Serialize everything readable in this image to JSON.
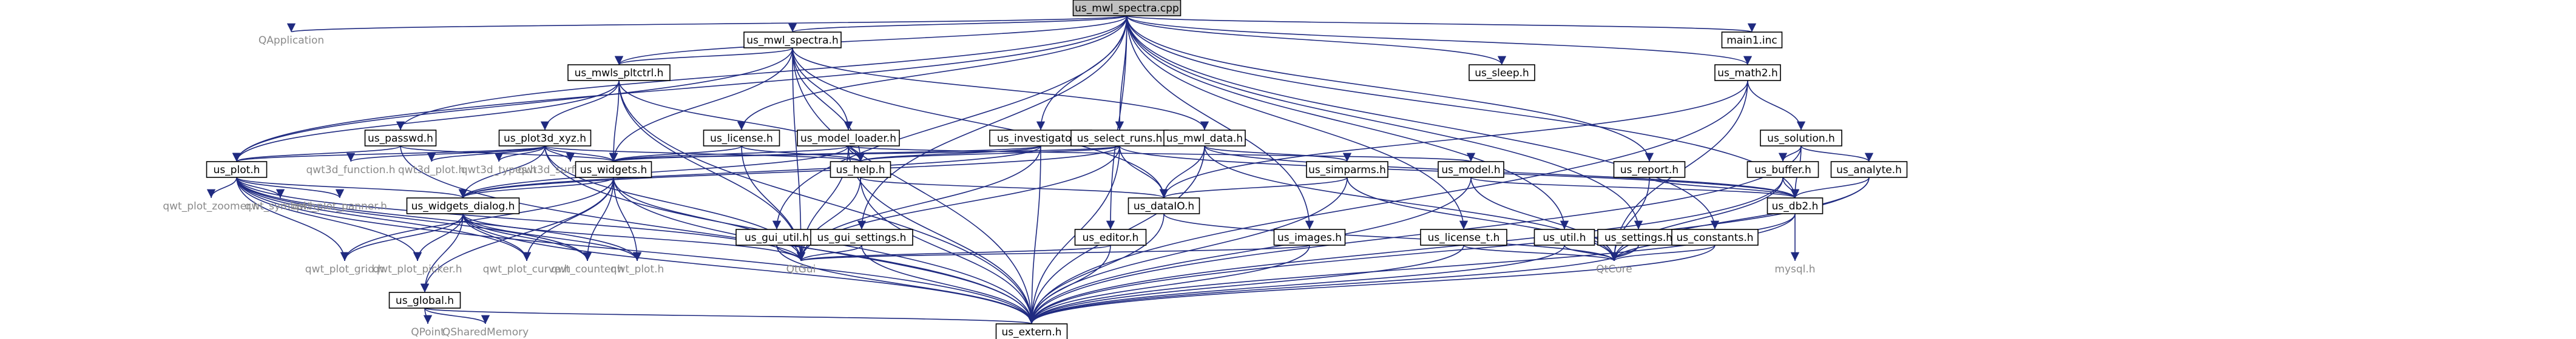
{
  "colors": {
    "edge": "#1f2a80",
    "root_fill": "#bfbfbf",
    "node_fill": "#ffffff",
    "node_border": "#000000",
    "external_text": "#8a8a8a"
  },
  "nodes": [
    {
      "id": "us_mwl_spectra_cpp",
      "label": "us_mwl_spectra.cpp",
      "kind": "root"
    },
    {
      "id": "QApplication",
      "label": "QApplication",
      "kind": "external"
    },
    {
      "id": "us_mwl_spectra_h",
      "label": "us_mwl_spectra.h",
      "kind": "file"
    },
    {
      "id": "main1_inc",
      "label": "main1.inc",
      "kind": "file"
    },
    {
      "id": "us_mwls_pltctrl_h",
      "label": "us_mwls_pltctrl.h",
      "kind": "file"
    },
    {
      "id": "us_sleep_h",
      "label": "us_sleep.h",
      "kind": "file"
    },
    {
      "id": "us_math2_h",
      "label": "us_math2.h",
      "kind": "file"
    },
    {
      "id": "us_passwd_h",
      "label": "us_passwd.h",
      "kind": "file"
    },
    {
      "id": "us_plot3d_xyz_h",
      "label": "us_plot3d_xyz.h",
      "kind": "file"
    },
    {
      "id": "us_license_h",
      "label": "us_license.h",
      "kind": "file"
    },
    {
      "id": "us_model_loader_h",
      "label": "us_model_loader.h",
      "kind": "file"
    },
    {
      "id": "us_investigator_h",
      "label": "us_investigator.h",
      "kind": "file"
    },
    {
      "id": "us_select_runs_h",
      "label": "us_select_runs.h",
      "kind": "file"
    },
    {
      "id": "us_mwl_data_h",
      "label": "us_mwl_data.h",
      "kind": "file"
    },
    {
      "id": "us_solution_h",
      "label": "us_solution.h",
      "kind": "file"
    },
    {
      "id": "us_plot_h",
      "label": "us_plot.h",
      "kind": "file"
    },
    {
      "id": "qwt3d_function_h",
      "label": "qwt3d_function.h",
      "kind": "external"
    },
    {
      "id": "qwt3d_plot_h",
      "label": "qwt3d_plot.h",
      "kind": "external"
    },
    {
      "id": "qwt3d_types_h",
      "label": "qwt3d_types.h",
      "kind": "external"
    },
    {
      "id": "qwt3d_surfaceplot_h",
      "label": "qwt3d_surfaceplot.h",
      "kind": "external"
    },
    {
      "id": "us_widgets_h",
      "label": "us_widgets.h",
      "kind": "file"
    },
    {
      "id": "us_help_h",
      "label": "us_help.h",
      "kind": "file"
    },
    {
      "id": "us_simparms_h",
      "label": "us_simparms.h",
      "kind": "file"
    },
    {
      "id": "us_model_h",
      "label": "us_model.h",
      "kind": "file"
    },
    {
      "id": "us_report_h",
      "label": "us_report.h",
      "kind": "file"
    },
    {
      "id": "us_buffer_h",
      "label": "us_buffer.h",
      "kind": "file"
    },
    {
      "id": "us_analyte_h",
      "label": "us_analyte.h",
      "kind": "file"
    },
    {
      "id": "qwt_plot_zoomer_h",
      "label": "qwt_plot_zoomer.h",
      "kind": "external"
    },
    {
      "id": "qwt_symbol_h",
      "label": "qwt_symbol.h",
      "kind": "external"
    },
    {
      "id": "qwt_plot_panner_h",
      "label": "qwt_plot_panner.h",
      "kind": "external"
    },
    {
      "id": "us_widgets_dialog_h",
      "label": "us_widgets_dialog.h",
      "kind": "file"
    },
    {
      "id": "us_dataIO_h",
      "label": "us_dataIO.h",
      "kind": "file"
    },
    {
      "id": "us_db2_h",
      "label": "us_db2.h",
      "kind": "file"
    },
    {
      "id": "us_editor_h",
      "label": "us_editor.h",
      "kind": "file"
    },
    {
      "id": "us_images_h",
      "label": "us_images.h",
      "kind": "file"
    },
    {
      "id": "us_license_t_h",
      "label": "us_license_t.h",
      "kind": "file"
    },
    {
      "id": "us_util_h",
      "label": "us_util.h",
      "kind": "file"
    },
    {
      "id": "us_settings_h",
      "label": "us_settings.h",
      "kind": "file"
    },
    {
      "id": "us_constants_h",
      "label": "us_constants.h",
      "kind": "file"
    },
    {
      "id": "us_gui_util_h",
      "label": "us_gui_util.h",
      "kind": "file"
    },
    {
      "id": "us_gui_settings_h",
      "label": "us_gui_settings.h",
      "kind": "file"
    },
    {
      "id": "qwt_plot_grid_h",
      "label": "qwt_plot_grid.h",
      "kind": "external"
    },
    {
      "id": "qwt_plot_picker_h",
      "label": "qwt_plot_picker.h",
      "kind": "external"
    },
    {
      "id": "qwt_plot_curve_h",
      "label": "qwt_plot_curve.h",
      "kind": "external"
    },
    {
      "id": "qwt_counter_h",
      "label": "qwt_counter.h",
      "kind": "external"
    },
    {
      "id": "qwt_plot_h",
      "label": "qwt_plot.h",
      "kind": "external"
    },
    {
      "id": "QtGui",
      "label": "QtGui",
      "kind": "external"
    },
    {
      "id": "QtCore",
      "label": "QtCore",
      "kind": "external"
    },
    {
      "id": "mysql_h",
      "label": "mysql.h",
      "kind": "external"
    },
    {
      "id": "us_global_h",
      "label": "us_global.h",
      "kind": "file"
    },
    {
      "id": "QPoint",
      "label": "QPoint",
      "kind": "external"
    },
    {
      "id": "QSharedMemory",
      "label": "QSharedMemory",
      "kind": "external"
    },
    {
      "id": "us_extern_h",
      "label": "us_extern.h",
      "kind": "file"
    }
  ],
  "edges": [
    [
      "us_mwl_spectra_cpp",
      "QApplication"
    ],
    [
      "us_mwl_spectra_cpp",
      "us_mwl_spectra_h"
    ],
    [
      "us_mwl_spectra_cpp",
      "main1_inc"
    ],
    [
      "us_mwl_spectra_cpp",
      "us_mwls_pltctrl_h"
    ],
    [
      "us_mwl_spectra_cpp",
      "us_sleep_h"
    ],
    [
      "us_mwl_spectra_cpp",
      "us_math2_h"
    ],
    [
      "us_mwl_spectra_cpp",
      "us_passwd_h"
    ],
    [
      "us_mwl_spectra_cpp",
      "us_license_h"
    ],
    [
      "us_mwl_spectra_cpp",
      "us_investigator_h"
    ],
    [
      "us_mwl_spectra_cpp",
      "us_select_runs_h"
    ],
    [
      "us_mwl_spectra_cpp",
      "us_plot_h"
    ],
    [
      "us_mwl_spectra_cpp",
      "us_editor_h"
    ],
    [
      "us_mwl_spectra_cpp",
      "us_images_h"
    ],
    [
      "us_mwl_spectra_cpp",
      "us_license_t_h"
    ],
    [
      "us_mwl_spectra_cpp",
      "us_util_h"
    ],
    [
      "us_mwl_spectra_cpp",
      "us_settings_h"
    ],
    [
      "us_mwl_spectra_cpp",
      "us_constants_h"
    ],
    [
      "us_mwl_spectra_cpp",
      "us_report_h"
    ],
    [
      "us_mwl_spectra_cpp",
      "us_db2_h"
    ],
    [
      "us_mwl_spectra_cpp",
      "us_gui_util_h"
    ],
    [
      "us_mwl_spectra_cpp",
      "us_gui_settings_h"
    ],
    [
      "us_mwl_spectra_h",
      "us_mwls_pltctrl_h"
    ],
    [
      "us_mwl_spectra_h",
      "us_model_loader_h"
    ],
    [
      "us_mwl_spectra_h",
      "us_mwl_data_h"
    ],
    [
      "us_mwl_spectra_h",
      "us_plot_h"
    ],
    [
      "us_mwl_spectra_h",
      "us_widgets_h"
    ],
    [
      "us_mwl_spectra_h",
      "us_help_h"
    ],
    [
      "us_mwl_spectra_h",
      "us_dataIO_h"
    ],
    [
      "us_mwl_spectra_h",
      "QtGui"
    ],
    [
      "us_mwl_spectra_h",
      "us_extern_h"
    ],
    [
      "us_mwls_pltctrl_h",
      "us_plot3d_xyz_h"
    ],
    [
      "us_mwls_pltctrl_h",
      "us_plot_h"
    ],
    [
      "us_mwls_pltctrl_h",
      "us_widgets_h"
    ],
    [
      "us_mwls_pltctrl_h",
      "us_help_h"
    ],
    [
      "us_mwls_pltctrl_h",
      "QtGui"
    ],
    [
      "us_mwls_pltctrl_h",
      "us_extern_h"
    ],
    [
      "us_plot3d_xyz_h",
      "qwt3d_function_h"
    ],
    [
      "us_plot3d_xyz_h",
      "qwt3d_plot_h"
    ],
    [
      "us_plot3d_xyz_h",
      "qwt3d_types_h"
    ],
    [
      "us_plot3d_xyz_h",
      "qwt3d_surfaceplot_h"
    ],
    [
      "us_plot3d_xyz_h",
      "us_plot_h"
    ],
    [
      "us_plot3d_xyz_h",
      "us_widgets_h"
    ],
    [
      "us_plot3d_xyz_h",
      "us_widgets_dialog_h"
    ],
    [
      "us_plot3d_xyz_h",
      "us_help_h"
    ],
    [
      "us_plot3d_xyz_h",
      "QtGui"
    ],
    [
      "us_plot3d_xyz_h",
      "us_extern_h"
    ],
    [
      "us_passwd_h",
      "us_plot_h"
    ],
    [
      "us_passwd_h",
      "us_widgets_h"
    ],
    [
      "us_passwd_h",
      "us_extern_h"
    ],
    [
      "us_license_h",
      "us_widgets_h"
    ],
    [
      "us_license_h",
      "us_help_h"
    ],
    [
      "us_license_h",
      "QtGui"
    ],
    [
      "us_model_loader_h",
      "us_widgets_h"
    ],
    [
      "us_model_loader_h",
      "us_widgets_dialog_h"
    ],
    [
      "us_model_loader_h",
      "us_help_h"
    ],
    [
      "us_model_loader_h",
      "us_model_h"
    ],
    [
      "us_model_loader_h",
      "QtGui"
    ],
    [
      "us_model_loader_h",
      "us_extern_h"
    ],
    [
      "us_investigator_h",
      "us_widgets_h"
    ],
    [
      "us_investigator_h",
      "us_widgets_dialog_h"
    ],
    [
      "us_investigator_h",
      "us_help_h"
    ],
    [
      "us_investigator_h",
      "QtGui"
    ],
    [
      "us_investigator_h",
      "us_extern_h"
    ],
    [
      "us_select_runs_h",
      "us_widgets_h"
    ],
    [
      "us_select_runs_h",
      "us_widgets_dialog_h"
    ],
    [
      "us_select_runs_h",
      "us_help_h"
    ],
    [
      "us_select_runs_h",
      "us_dataIO_h"
    ],
    [
      "us_select_runs_h",
      "us_db2_h"
    ],
    [
      "us_select_runs_h",
      "QtGui"
    ],
    [
      "us_select_runs_h",
      "us_extern_h"
    ],
    [
      "us_mwl_data_h",
      "us_simparms_h"
    ],
    [
      "us_mwl_data_h",
      "us_dataIO_h"
    ],
    [
      "us_mwl_data_h",
      "us_db2_h"
    ],
    [
      "us_mwl_data_h",
      "QtCore"
    ],
    [
      "us_mwl_data_h",
      "us_extern_h"
    ],
    [
      "us_math2_h",
      "us_solution_h"
    ],
    [
      "us_math2_h",
      "us_dataIO_h"
    ],
    [
      "us_math2_h",
      "QtCore"
    ],
    [
      "us_math2_h",
      "us_extern_h"
    ],
    [
      "us_solution_h",
      "us_buffer_h"
    ],
    [
      "us_solution_h",
      "us_analyte_h"
    ],
    [
      "us_solution_h",
      "us_db2_h"
    ],
    [
      "us_solution_h",
      "us_extern_h"
    ],
    [
      "us_buffer_h",
      "us_db2_h"
    ],
    [
      "us_buffer_h",
      "QtCore"
    ],
    [
      "us_buffer_h",
      "us_extern_h"
    ],
    [
      "us_analyte_h",
      "us_db2_h"
    ],
    [
      "us_analyte_h",
      "QtCore"
    ],
    [
      "us_analyte_h",
      "us_extern_h"
    ],
    [
      "us_report_h",
      "us_db2_h"
    ],
    [
      "us_report_h",
      "QtCore"
    ],
    [
      "us_simparms_h",
      "us_dataIO_h"
    ],
    [
      "us_simparms_h",
      "QtCore"
    ],
    [
      "us_simparms_h",
      "us_extern_h"
    ],
    [
      "us_model_h",
      "us_db2_h"
    ],
    [
      "us_model_h",
      "QtCore"
    ],
    [
      "us_model_h",
      "us_extern_h"
    ],
    [
      "us_plot_h",
      "qwt_plot_zoomer_h"
    ],
    [
      "us_plot_h",
      "qwt_symbol_h"
    ],
    [
      "us_plot_h",
      "qwt_plot_panner_h"
    ],
    [
      "us_plot_h",
      "us_widgets_dialog_h"
    ],
    [
      "us_plot_h",
      "qwt_plot_grid_h"
    ],
    [
      "us_plot_h",
      "qwt_plot_picker_h"
    ],
    [
      "us_plot_h",
      "qwt_plot_curve_h"
    ],
    [
      "us_plot_h",
      "qwt_counter_h"
    ],
    [
      "us_plot_h",
      "qwt_plot_h"
    ],
    [
      "us_plot_h",
      "QtGui"
    ],
    [
      "us_plot_h",
      "us_extern_h"
    ],
    [
      "us_widgets_h",
      "us_widgets_dialog_h"
    ],
    [
      "us_widgets_h",
      "us_global_h"
    ],
    [
      "us_widgets_h",
      "qwt_plot_grid_h"
    ],
    [
      "us_widgets_h",
      "qwt_plot_curve_h"
    ],
    [
      "us_widgets_h",
      "qwt_counter_h"
    ],
    [
      "us_widgets_h",
      "qwt_plot_h"
    ],
    [
      "us_widgets_h",
      "QtGui"
    ],
    [
      "us_widgets_h",
      "us_extern_h"
    ],
    [
      "us_widgets_dialog_h",
      "us_global_h"
    ],
    [
      "us_widgets_dialog_h",
      "qwt_plot_grid_h"
    ],
    [
      "us_widgets_dialog_h",
      "qwt_plot_picker_h"
    ],
    [
      "us_widgets_dialog_h",
      "qwt_plot_curve_h"
    ],
    [
      "us_widgets_dialog_h",
      "qwt_counter_h"
    ],
    [
      "us_widgets_dialog_h",
      "qwt_plot_h"
    ],
    [
      "us_widgets_dialog_h",
      "QtGui"
    ],
    [
      "us_widgets_dialog_h",
      "us_extern_h"
    ],
    [
      "us_help_h",
      "us_dataIO_h"
    ],
    [
      "us_help_h",
      "QtGui"
    ],
    [
      "us_help_h",
      "us_extern_h"
    ],
    [
      "us_dataIO_h",
      "QtCore"
    ],
    [
      "us_dataIO_h",
      "us_extern_h"
    ],
    [
      "us_db2_h",
      "mysql_h"
    ],
    [
      "us_db2_h",
      "QtCore"
    ],
    [
      "us_db2_h",
      "us_extern_h"
    ],
    [
      "us_editor_h",
      "QtGui"
    ],
    [
      "us_editor_h",
      "us_extern_h"
    ],
    [
      "us_images_h",
      "QtGui"
    ],
    [
      "us_images_h",
      "us_extern_h"
    ],
    [
      "us_license_t_h",
      "QtCore"
    ],
    [
      "us_license_t_h",
      "us_extern_h"
    ],
    [
      "us_util_h",
      "QtCore"
    ],
    [
      "us_util_h",
      "us_extern_h"
    ],
    [
      "us_settings_h",
      "QtCore"
    ],
    [
      "us_settings_h",
      "us_extern_h"
    ],
    [
      "us_constants_h",
      "QtCore"
    ],
    [
      "us_constants_h",
      "us_extern_h"
    ],
    [
      "us_gui_util_h",
      "QtGui"
    ],
    [
      "us_gui_util_h",
      "us_extern_h"
    ],
    [
      "us_gui_settings_h",
      "QtGui"
    ],
    [
      "us_gui_settings_h",
      "us_extern_h"
    ],
    [
      "us_global_h",
      "QPoint"
    ],
    [
      "us_global_h",
      "QSharedMemory"
    ],
    [
      "us_global_h",
      "us_extern_h"
    ]
  ]
}
